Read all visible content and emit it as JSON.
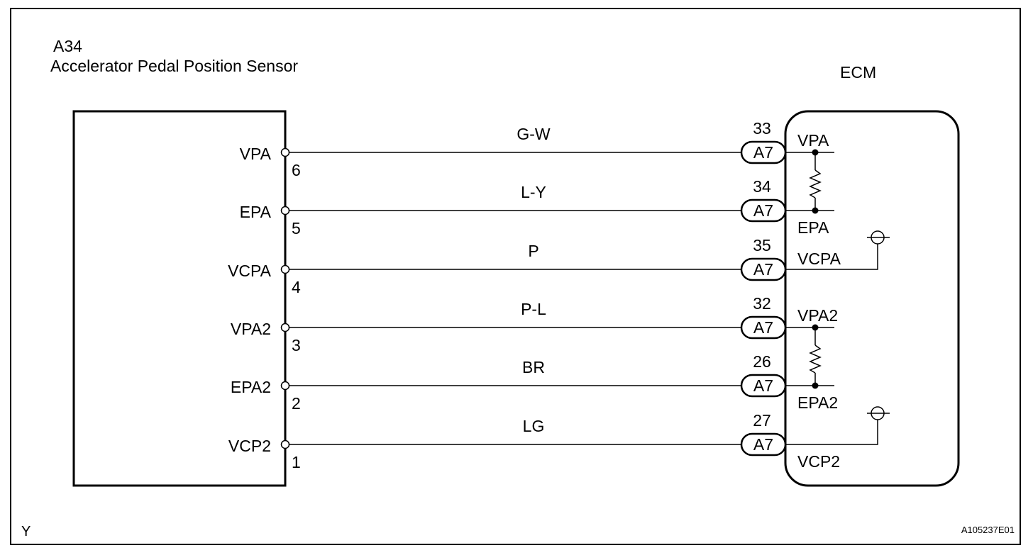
{
  "sensor": {
    "code": "A34",
    "name": "Accelerator Pedal Position Sensor"
  },
  "ecm": {
    "title": "ECM",
    "connector": "A7"
  },
  "wires": [
    {
      "sensor_pin": "VPA",
      "sensor_num": "6",
      "color": "G-W",
      "ecm_num": "33",
      "ecm_pin": "VPA"
    },
    {
      "sensor_pin": "EPA",
      "sensor_num": "5",
      "color": "L-Y",
      "ecm_num": "34",
      "ecm_pin": "EPA"
    },
    {
      "sensor_pin": "VCPA",
      "sensor_num": "4",
      "color": "P",
      "ecm_num": "35",
      "ecm_pin": "VCPA"
    },
    {
      "sensor_pin": "VPA2",
      "sensor_num": "3",
      "color": "P-L",
      "ecm_num": "32",
      "ecm_pin": "VPA2"
    },
    {
      "sensor_pin": "EPA2",
      "sensor_num": "2",
      "color": "BR",
      "ecm_num": "26",
      "ecm_pin": "EPA2"
    },
    {
      "sensor_pin": "VCP2",
      "sensor_num": "1",
      "color": "LG",
      "ecm_num": "27",
      "ecm_pin": "VCP2"
    }
  ],
  "corner_mark": "Y",
  "figure_id": "A105237E01"
}
